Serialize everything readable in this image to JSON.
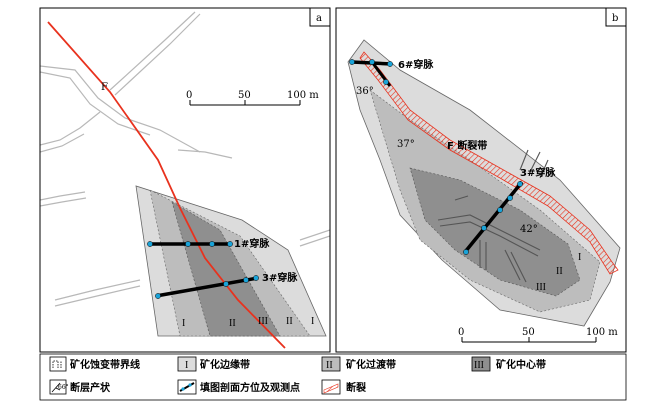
{
  "panel_a": {
    "tag": "a",
    "fault_label": "F",
    "vein1_label": "1#穿脉",
    "vein3_label": "3#穿脉",
    "scale": {
      "zero": "0",
      "mid": "50",
      "end": "100 m"
    },
    "zone_labels": [
      "I",
      "II",
      "III",
      "II",
      "I"
    ]
  },
  "panel_b": {
    "tag": "b",
    "vein6_label": "6#穿脉",
    "vein3_label": "3#穿脉",
    "fault_zone_label": "F 断裂带",
    "dips": [
      "36°",
      "37°",
      "42°"
    ],
    "zone_labels": [
      "I",
      "II",
      "III"
    ],
    "scale": {
      "zero": "0",
      "mid": "50",
      "end": "100 m"
    }
  },
  "legend": {
    "boundary": "矿化蚀变带界线",
    "edge": "矿化边缘带",
    "transition": "矿化过渡带",
    "center": "矿化中心带",
    "attitude": "断层产状",
    "profile": "填图剖面方位及观测点",
    "fault": "断裂",
    "roman_1": "I",
    "roman_2": "II",
    "roman_3": "III",
    "attitude_symbol": "66°"
  },
  "colors": {
    "edge_zone": "#dcdcdc",
    "transition_zone": "#bdbdbd",
    "center_zone": "#8f8f8f",
    "fault_red": "#e8321e",
    "road": "#b8b8b8",
    "profile_line": "#000000",
    "obs_point": "#1aa3d8"
  }
}
